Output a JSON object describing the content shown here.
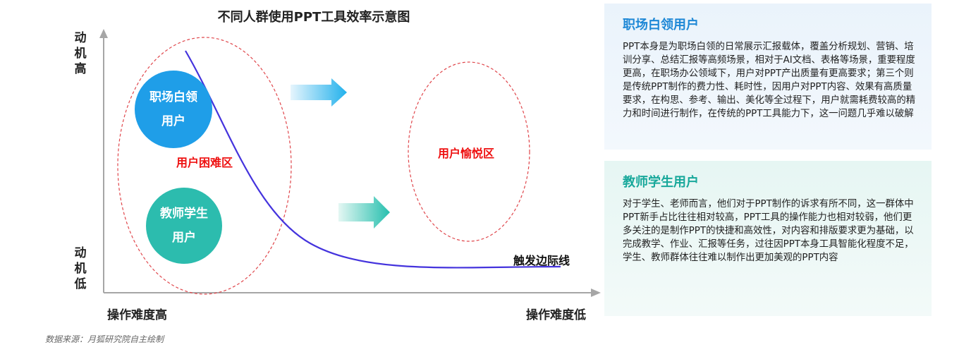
{
  "title": "不同人群使用PPT工具效率示意图",
  "axes": {
    "y_high": [
      "动",
      "机",
      "高"
    ],
    "y_low": [
      "动",
      "机",
      "低"
    ],
    "x_left": "操作难度高",
    "x_right": "操作难度低"
  },
  "circles": {
    "white_collar": [
      "职场白领",
      "用户"
    ],
    "teacher_student": [
      "教师学生",
      "用户"
    ]
  },
  "zones": {
    "difficulty": "用户困难区",
    "pleasure": "用户愉悦区"
  },
  "edge_line_label": "触发边际线",
  "panels": [
    {
      "title": "职场白领用户",
      "body": "PPT本身是为职场白领的日常展示汇报载体，覆盖分析规划、营销、培训分享、总结汇报等高频场景，相对于AI文档、表格等场景，重要程度更高，在职场办公领域下，用户对PPT产出质量有更高要求；第三个则是传统PPT制作的费力性、耗时性，因用户对PPT内容、效果有高质量要求，在构思、参考、输出、美化等全过程下，用户就需耗费较高的精力和时间进行制作，在传统的PPT工具能力下，这一问题几乎难以破解"
    },
    {
      "title": "教师学生用户",
      "body": "对于学生、老师而言，他们对于PPT制作的诉求有所不同，这一群体中PPT新手占比往往相对较高，PPT工具的操作能力也相对较弱，他们更多关注的是制作PPT的快捷和高效性，对内容和排版要求更为基础，以完成教学、作业、汇报等任务，过往因PPT本身工具智能化程度不足，学生、教师群体往往难以制作出更加美观的PPT内容"
    }
  ],
  "source": "数据来源：月狐研究院自主绘制",
  "colors": {
    "axis": "#a6a6a6",
    "curve": "#4433dd",
    "ellipse_dash": "#e0474c",
    "circle_blue": "#1f9ee8",
    "circle_teal": "#2cbcae",
    "zone_label": "#ee1111",
    "panel1_title": "#1e88d6",
    "panel2_title": "#18a89b"
  }
}
